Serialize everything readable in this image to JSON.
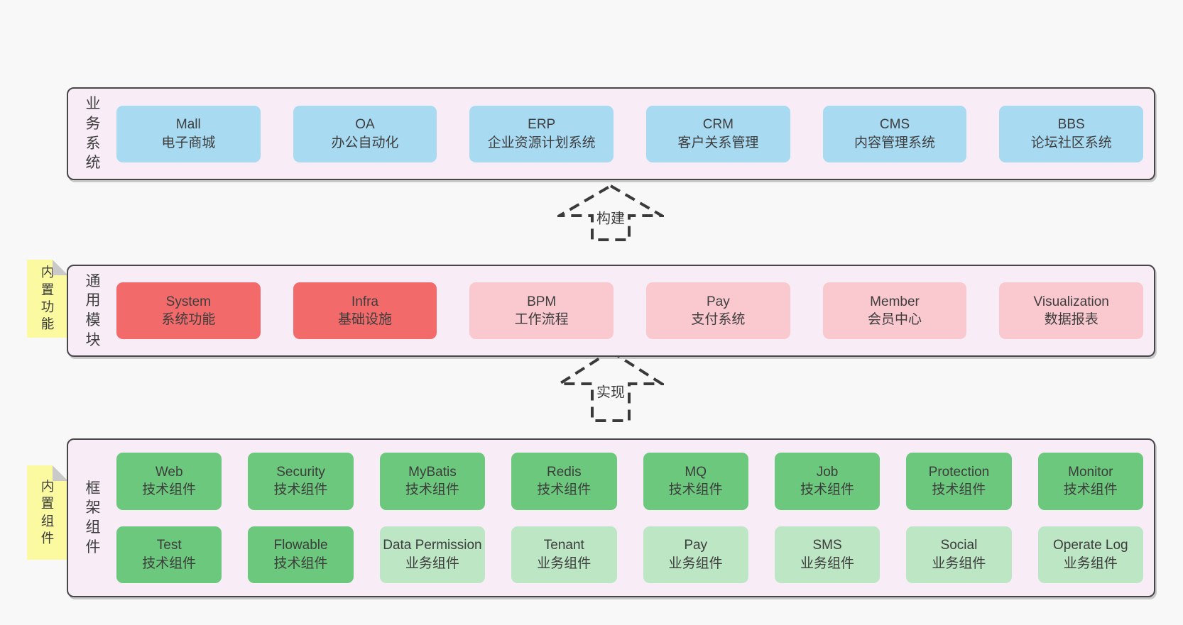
{
  "colors": {
    "bg": "#f8f8f8",
    "panel-bg": "#f8edf6",
    "panel-border": "#474747",
    "box-blue": "#a8daf2",
    "box-red": "#f26a6a",
    "box-pink": "#fac8cf",
    "box-green": "#6cc87c",
    "box-green-light": "#bce6c4",
    "sticky-yellow": "#fbfaa0",
    "sticky-fold": "#c9c9c9",
    "text": "#3d3d3d",
    "arrow-stroke": "#3a3a3a"
  },
  "panels": [
    {
      "label": "业务系统",
      "boxes": [
        {
          "title": "Mall",
          "subtitle": "电子商城"
        },
        {
          "title": "OA",
          "subtitle": "办公自动化"
        },
        {
          "title": "ERP",
          "subtitle": "企业资源计划系统"
        },
        {
          "title": "CRM",
          "subtitle": "客户关系管理"
        },
        {
          "title": "CMS",
          "subtitle": "内容管理系统"
        },
        {
          "title": "BBS",
          "subtitle": "论坛社区系统"
        }
      ]
    },
    {
      "label": "通用模块",
      "sticky": "内置功能",
      "boxes": [
        {
          "title": "System",
          "subtitle": "系统功能"
        },
        {
          "title": "Infra",
          "subtitle": "基础设施"
        },
        {
          "title": "BPM",
          "subtitle": "工作流程"
        },
        {
          "title": "Pay",
          "subtitle": "支付系统"
        },
        {
          "title": "Member",
          "subtitle": "会员中心"
        },
        {
          "title": "Visualization",
          "subtitle": "数据报表"
        }
      ]
    },
    {
      "label": "框架组件",
      "sticky": "内置组件",
      "rows": [
        [
          {
            "title": "Web",
            "subtitle": "技术组件"
          },
          {
            "title": "Security",
            "subtitle": "技术组件"
          },
          {
            "title": "MyBatis",
            "subtitle": "技术组件"
          },
          {
            "title": "Redis",
            "subtitle": "技术组件"
          },
          {
            "title": "MQ",
            "subtitle": "技术组件"
          },
          {
            "title": "Job",
            "subtitle": "技术组件"
          },
          {
            "title": "Protection",
            "subtitle": "技术组件"
          },
          {
            "title": "Monitor",
            "subtitle": "技术组件"
          }
        ],
        [
          {
            "title": "Test",
            "subtitle": "技术组件"
          },
          {
            "title": "Flowable",
            "subtitle": "技术组件"
          },
          {
            "title": "Data Permission",
            "subtitle": "业务组件"
          },
          {
            "title": "Tenant",
            "subtitle": "业务组件"
          },
          {
            "title": "Pay",
            "subtitle": "业务组件"
          },
          {
            "title": "SMS",
            "subtitle": "业务组件"
          },
          {
            "title": "Social",
            "subtitle": "业务组件"
          },
          {
            "title": "Operate Log",
            "subtitle": "业务组件"
          }
        ]
      ]
    }
  ],
  "arrows": [
    {
      "label": "构建"
    },
    {
      "label": "实现"
    }
  ]
}
